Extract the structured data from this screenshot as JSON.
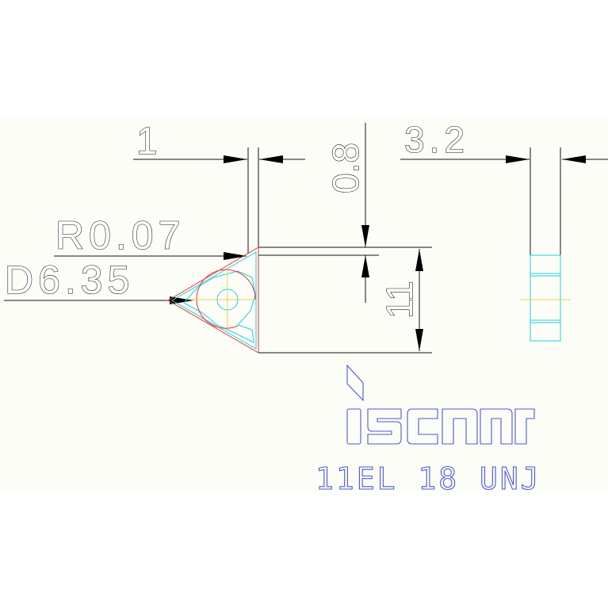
{
  "dimensions": {
    "width_top": "1",
    "corner_height": "0.8",
    "width_side": "3.2",
    "radius": "R0.07",
    "inscribed_circle": "D6.35",
    "size": "11"
  },
  "logo": {
    "brand": "iscar"
  },
  "designation": "11EL 18 UNJ",
  "colors": {
    "background": "#fdfdf7",
    "dimension": "#111111",
    "profile": "#20d0e0",
    "outline": "#ee3333",
    "centerline": "#e8d24a",
    "logo": "#4a58d8"
  }
}
